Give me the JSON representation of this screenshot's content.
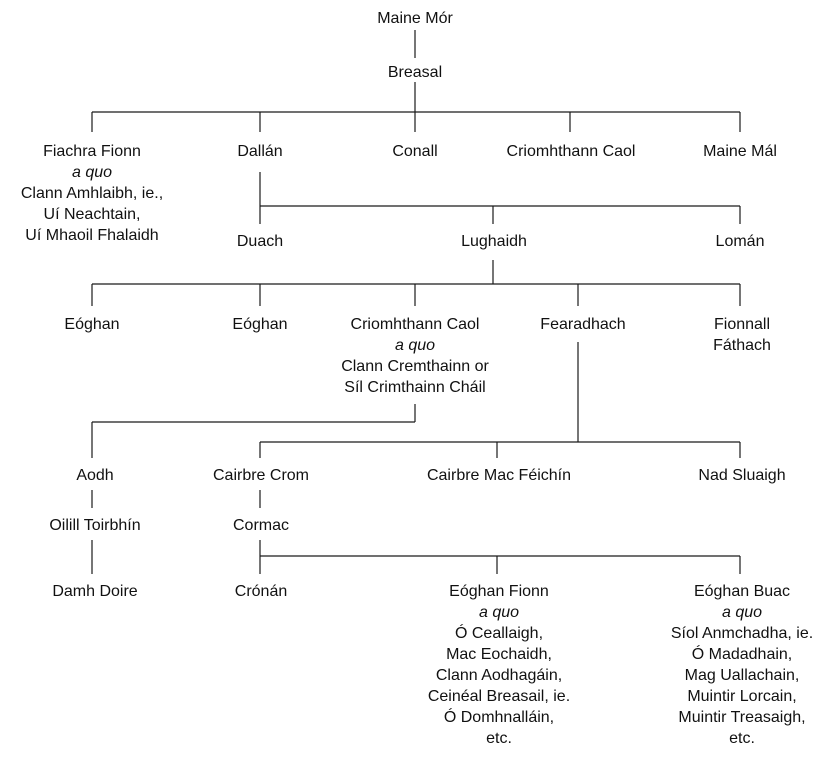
{
  "tree": {
    "maine_mor": {
      "name": "Maine Mór"
    },
    "breasal": {
      "name": "Breasal"
    },
    "fiachra": {
      "name": "Fiachra Fionn",
      "aquo": "a quo",
      "lines": [
        "Clann Amhlaibh, ie.,",
        "Uí Neachtain,",
        "Uí Mhaoil Fhalaidh"
      ]
    },
    "dallan": {
      "name": "Dallán"
    },
    "conall": {
      "name": "Conall"
    },
    "criomhthann1": {
      "name": "Criomhthann Caol"
    },
    "maine_mal": {
      "name": "Maine Mál"
    },
    "duach": {
      "name": "Duach"
    },
    "lughaidh": {
      "name": "Lughaidh"
    },
    "loman": {
      "name": "Lomán"
    },
    "eoghan1": {
      "name": "Eóghan"
    },
    "eoghan2": {
      "name": "Eóghan"
    },
    "criomhthann2": {
      "name": "Criomhthann Caol",
      "aquo": "a quo",
      "lines": [
        "Clann Cremthainn or",
        "Síl Crimthainn Cháil"
      ]
    },
    "fearadhach": {
      "name": "Fearadhach"
    },
    "fionnall": {
      "name": "Fionnall",
      "lines": [
        "Fáthach"
      ]
    },
    "aodh": {
      "name": "Aodh"
    },
    "cairbre_crom": {
      "name": "Cairbre Crom"
    },
    "cairbre_mac": {
      "name": "Cairbre Mac Féichín"
    },
    "nad_sluaigh": {
      "name": "Nad Sluaigh"
    },
    "oilill": {
      "name": "Oilill Toirbhín"
    },
    "cormac": {
      "name": "Cormac"
    },
    "damh": {
      "name": "Damh Doire"
    },
    "cronan": {
      "name": "Crónán"
    },
    "eoghan_fionn": {
      "name": "Eóghan Fionn",
      "aquo": "a quo",
      "lines": [
        "Ó Ceallaigh,",
        "Mac Eochaidh,",
        "Clann Aodhagáin,",
        "Ceinéal Breasail, ie.",
        "Ó Domhnalláin,",
        "etc."
      ]
    },
    "eoghan_buac": {
      "name": "Eóghan Buac",
      "aquo": "a quo",
      "lines": [
        "Síol Anmchadha, ie.",
        "Ó Madadhain,",
        "Mag Uallachain,",
        "Muintir Lorcain,",
        "Muintir Treasaigh,",
        "etc."
      ]
    }
  }
}
